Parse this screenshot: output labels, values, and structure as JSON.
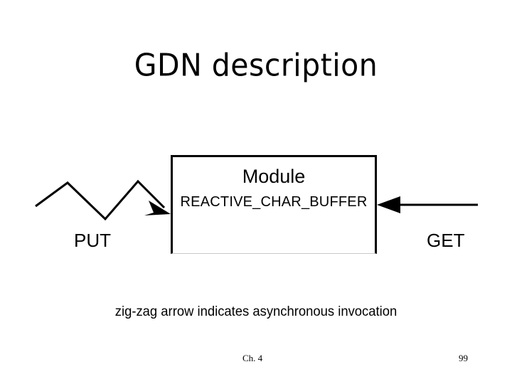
{
  "slide": {
    "title": "GDN description",
    "background_color": "#ffffff",
    "ink_color": "#000000"
  },
  "diagram": {
    "module_box": {
      "heading": "Module",
      "name": "REACTIVE_CHAR_BUFFER",
      "border_color": "#000000",
      "bottom_border_color": "#c8c8c8",
      "fill_color": "#ffffff"
    },
    "ports": {
      "input_label": "PUT",
      "output_label": "GET"
    },
    "arrows": {
      "async_arrow_name": "zig-zag-arrow",
      "sync_arrow_name": "straight-arrow",
      "color": "#000000"
    }
  },
  "caption": "zig-zag arrow indicates asynchronous invocation",
  "footer": {
    "chapter": "Ch. 4",
    "page_number": "99"
  }
}
